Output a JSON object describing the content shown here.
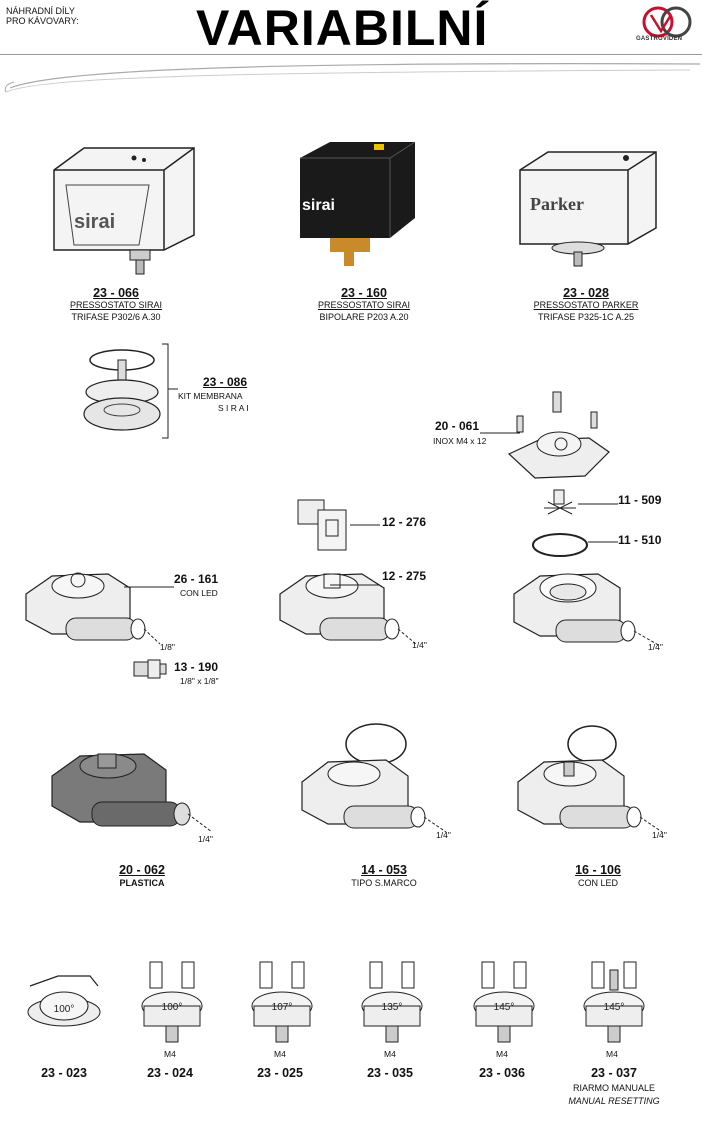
{
  "header": {
    "small_line1": "NÁHRADNÍ DÍLY",
    "small_line2": "PRO KÁVOVARY:",
    "title": "VARIABILNÍ",
    "logo_text": "GASTROVIDEN",
    "logo_accent": "#c8102e"
  },
  "top_row": [
    {
      "code": "23 - 066",
      "line1": "PRESSOSTATO SIRAI",
      "line2": "TRIFASE P302/6  A.30",
      "brand": "sirai"
    },
    {
      "code": "23 - 160",
      "line1": "PRESSOSTATO SIRAI",
      "line2": "BIPOLARE P203  A.20",
      "brand": "sirai"
    },
    {
      "code": "23 - 028",
      "line1": "PRESSOSTATO PARKER",
      "line2": "TRIFASE   P325-1C   A.25",
      "brand": "Parker"
    }
  ],
  "kit": {
    "code": "23 - 086",
    "line1": "KIT  MEMBRANA",
    "line2": "S I R A I"
  },
  "inox": {
    "code": "20 - 061",
    "line1": "INOX  M4 x 12"
  },
  "parts_right": [
    {
      "code": "11 - 509"
    },
    {
      "code": "11 - 510"
    }
  ],
  "mid_left": {
    "code": "26 - 161",
    "line1": "CON LED",
    "port": "1/8\"",
    "fitting_code": "13 - 190",
    "fitting_desc": "1/8\" x 1/8\""
  },
  "mid_center": {
    "coil_code": "12 - 276",
    "code": "12 - 275",
    "port": "1/4\""
  },
  "mid_right": {
    "port": "1/4\""
  },
  "row3": [
    {
      "code": "20 - 062",
      "line1": "PLASTICA",
      "port": "1/4\""
    },
    {
      "code": "14 - 053",
      "line1": "TIPO S.MARCO",
      "port": "1/4\""
    },
    {
      "code": "16 - 106",
      "line1": "CON LED",
      "port": "1/4\""
    }
  ],
  "thermostats": [
    {
      "code": "23 - 023",
      "temp": "100°",
      "thread": ""
    },
    {
      "code": "23 - 024",
      "temp": "100°",
      "thread": "M4"
    },
    {
      "code": "23 - 025",
      "temp": "107°",
      "thread": "M4"
    },
    {
      "code": "23 - 035",
      "temp": "135°",
      "thread": "M4"
    },
    {
      "code": "23 - 036",
      "temp": "145°",
      "thread": "M4"
    },
    {
      "code": "23 - 037",
      "temp": "145°",
      "thread": "M4"
    }
  ],
  "manual": {
    "line1": "RIARMO MANUALE",
    "line2": "MANUAL RESETTING"
  }
}
